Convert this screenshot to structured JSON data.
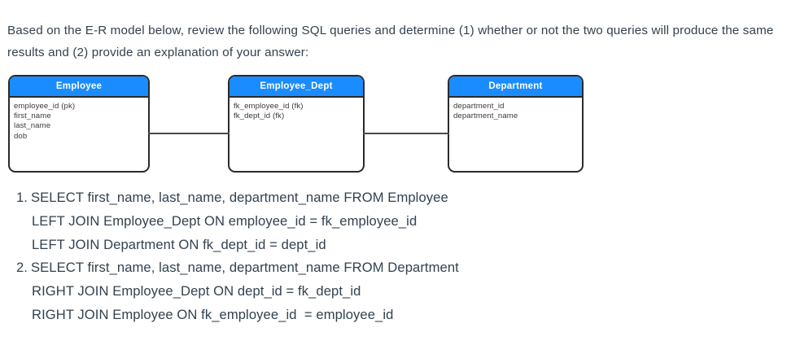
{
  "prompt": {
    "text": "Based on the E-R model below, review the following SQL queries and determine (1) whether or not the two queries will produce the same results and (2) provide an explanation of your answer:"
  },
  "er_diagram": {
    "header_color": "#1a8cff",
    "header_text_color": "#ffffff",
    "border_color": "#2b2b2b",
    "connector_color": "#4a4a4a",
    "entities": [
      {
        "name": "Employee",
        "attributes": [
          "employee_id (pk)",
          "first_name",
          "last_name",
          "dob"
        ]
      },
      {
        "name": "Employee_Dept",
        "attributes": [
          "fk_employee_id (fk)",
          "fk_dept_id (fk)"
        ]
      },
      {
        "name": "Department",
        "attributes": [
          "department_id",
          "department_name"
        ]
      }
    ],
    "relationships": [
      {
        "from": "Employee",
        "to": "Employee_Dept"
      },
      {
        "from": "Employee_Dept",
        "to": "Department"
      }
    ]
  },
  "queries": [
    {
      "marker": "1.",
      "lines": [
        "SELECT first_name, last_name, department_name FROM Employee",
        "LEFT JOIN Employee_Dept ON employee_id = fk_employee_id",
        "LEFT JOIN Department ON fk_dept_id = dept_id"
      ]
    },
    {
      "marker": "2.",
      "lines": [
        "SELECT first_name, last_name, department_name FROM Department",
        "RIGHT JOIN Employee_Dept ON dept_id = fk_dept_id",
        "RIGHT JOIN Employee ON fk_employee_id  = employee_id"
      ]
    }
  ]
}
